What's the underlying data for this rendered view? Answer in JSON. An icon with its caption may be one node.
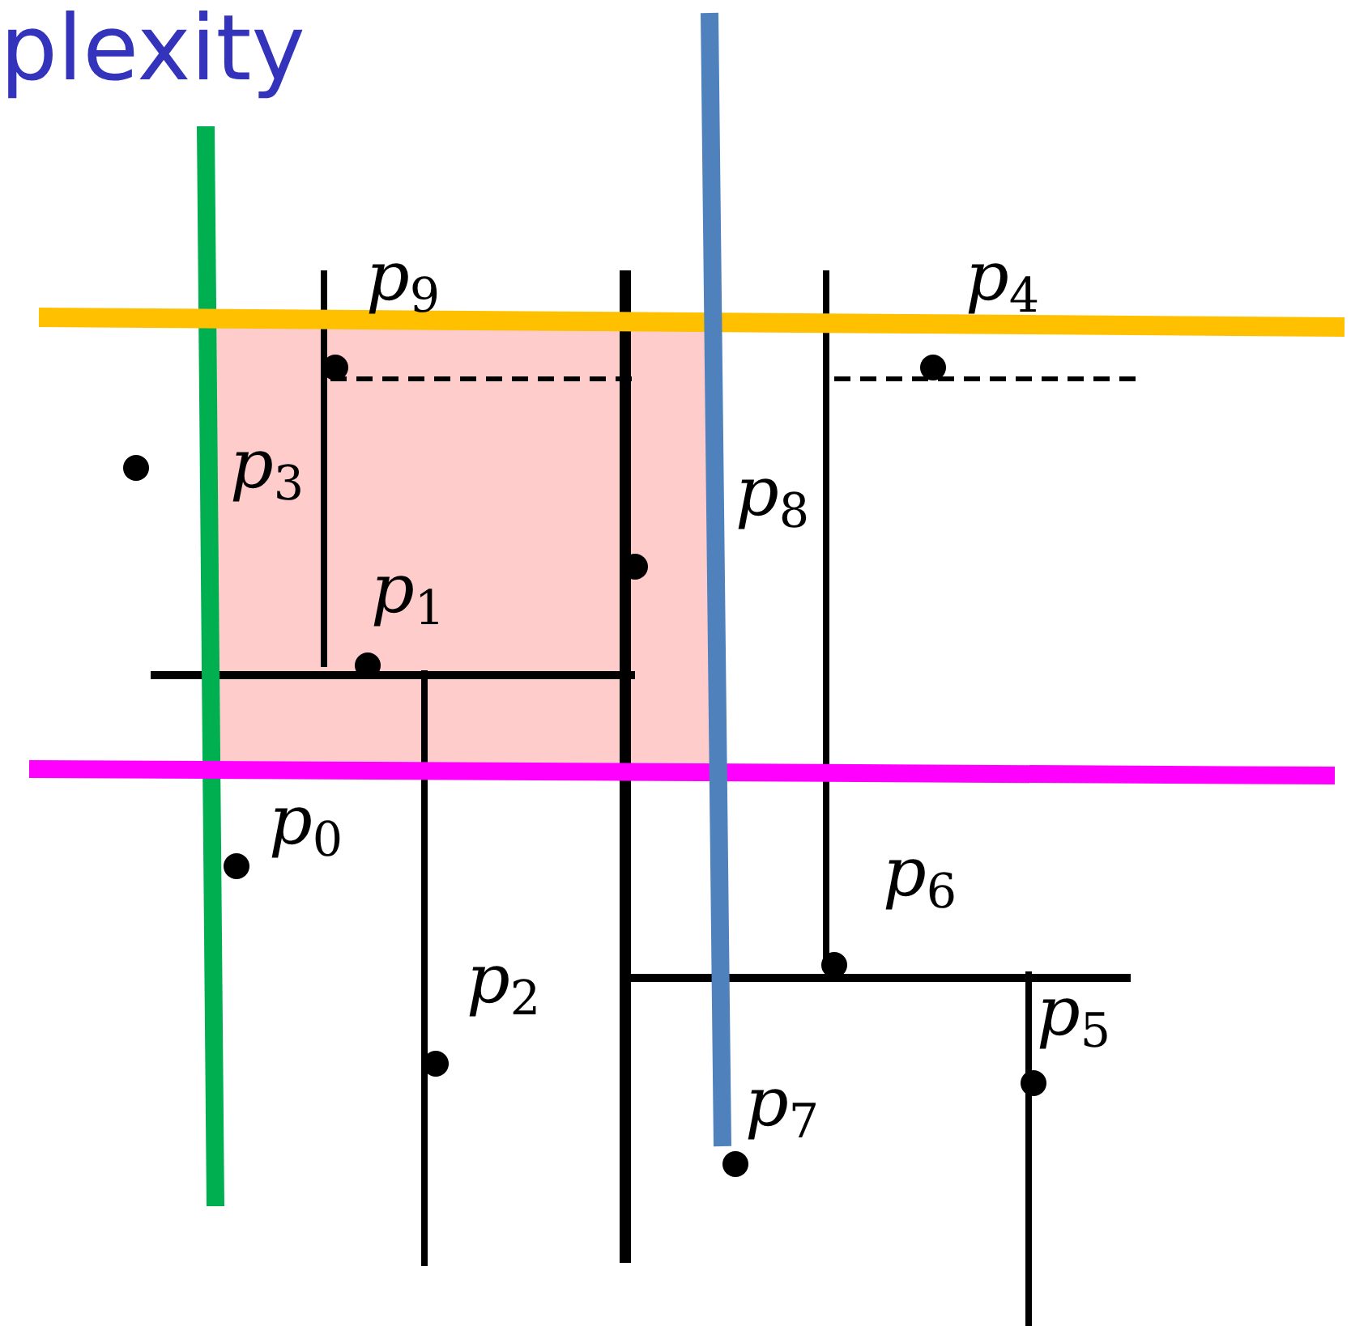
{
  "diagram": {
    "title": "plexity",
    "labels": [
      "*p*$_{9}$",
      "*p*$_{4}$",
      "*p*$_{3}$",
      "*p*$_{8}$",
      "*p*$_{1}$",
      "*p*$_{0}$",
      "*p*$_{6}$",
      "*p*$_{2}$",
      "*p*$_{5}$",
      "*p*$_{7}$"
    ]
  }
}
